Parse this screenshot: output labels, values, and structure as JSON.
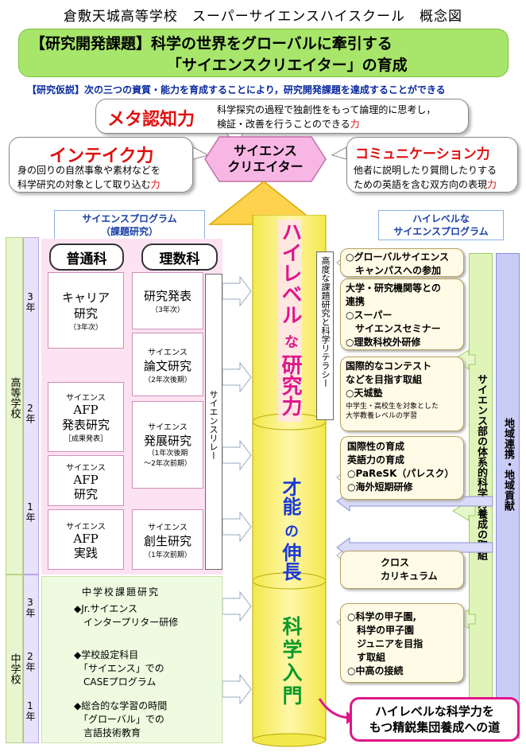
{
  "title": "倉敷天城高等学校　スーパーサイエンスハイスクール　概念図",
  "theme": {
    "line1": "【研究開発課題】科学の世界をグローバルに牽引する",
    "line2": "「サイエンスクリエイター」の育成"
  },
  "hypothesis": "【研究仮説】次の三つの資質・能力を育成することにより，研究開発課題を達成することができる",
  "meta": {
    "heading": "メタ認知力",
    "desc1": "科学探究の過程で独創性をもって論理的に思考し，",
    "desc2": "検証・改善を行うことのできる",
    "desc_end": "力"
  },
  "intake": {
    "heading": "インテイク力",
    "desc1": "身の回りの自然事象や素材などを",
    "desc2": "科学研究の対象として取り込む",
    "desc_end": "力"
  },
  "comm": {
    "heading": "コミュニケーション力",
    "desc1": "他者に説明したり質問したりする",
    "desc2": "ための英語を含む双方向の表現",
    "desc_end": "力"
  },
  "creator": {
    "line1": "サイエンス",
    "line2": "クリエイター"
  },
  "labels": {
    "science_program": "サイエンスプログラム\n（課題研究）",
    "high_level_program": "ハイレベルな\nサイエンスプログラム",
    "futsuka": "普通科",
    "rikasu": "理数科",
    "relay": "サイエンスリレー",
    "literacy": "高度な課題研究と科学リテラシー",
    "high_school": "高等学校",
    "junior_high": "中学校",
    "sci_dept": "サイエンス部の体系的科学力養成の取組",
    "community": "地域連携・地域貢献"
  },
  "years": {
    "hs3": "3年",
    "hs2": "2年",
    "hs1": "1年",
    "jh3": "3年",
    "jh2": "2年",
    "jh1": "1年"
  },
  "pillar": {
    "upper": "ハイレベルな研究力",
    "upper_a": "ハイレベル",
    "upper_b": "な",
    "upper_c": "研究力",
    "middle_a": "才能",
    "middle_b": "の",
    "middle_c": "伸長",
    "lower": "科学入門"
  },
  "futsuka_cells": [
    {
      "main": "キャリア\n研究",
      "sub": "（3年次）"
    },
    {
      "pre": "サイエンス",
      "main": "AFP\n発表研究",
      "sub": "［成果発表］"
    },
    {
      "pre": "サイエンス",
      "main": "AFP\n研究",
      "sub": ""
    },
    {
      "pre": "サイエンス",
      "main": "AFP\n実践",
      "sub": ""
    }
  ],
  "rikasu_cells": [
    {
      "pre": "",
      "main": "研究発表",
      "sub": "（3年次）"
    },
    {
      "pre": "サイエンス",
      "main": "論文研究",
      "sub": "（2年次後期）"
    },
    {
      "pre": "サイエンス",
      "main": "発展研究",
      "sub": "（1年次後期\n～2年次前期）"
    },
    {
      "pre": "サイエンス",
      "main": "創生研究",
      "sub": "（1年次前期）"
    }
  ],
  "junior": {
    "heading": "中学校課題研究",
    "item1": "◆Jr.サイエンス\n　インタープリター研修",
    "item2": "◆学校設定科目\n　「サイエンス」での\n　CASEプログラム",
    "item3": "◆総合的な学習の時間\n　「グローバル」での\n　言語技術教育"
  },
  "right_boxes": [
    "○グローバルサイエンス\n　キャンパスへの参加",
    "大学・研究機関等との\n連携\n○スーパー\n　サイエンスセミナー\n○理数科校外研修",
    "国際的なコンテスト\nなどを目指す取組\n○天城塾",
    "国際性の育成\n英語力の育成\n○PaReSK（パレスク）\n○海外短期研修",
    "クロス\nカリキュラム",
    "○科学の甲子園,\n　科学の甲子園\n　ジュニアを目指\n　す取組\n○中高の接続"
  ],
  "tenjo_note": "中学生・高校生を対象とした\n大学教養レベルの学習",
  "goal": {
    "line1": "ハイレベルな科学力を",
    "line2": "もつ精鋭集団養成への道"
  }
}
